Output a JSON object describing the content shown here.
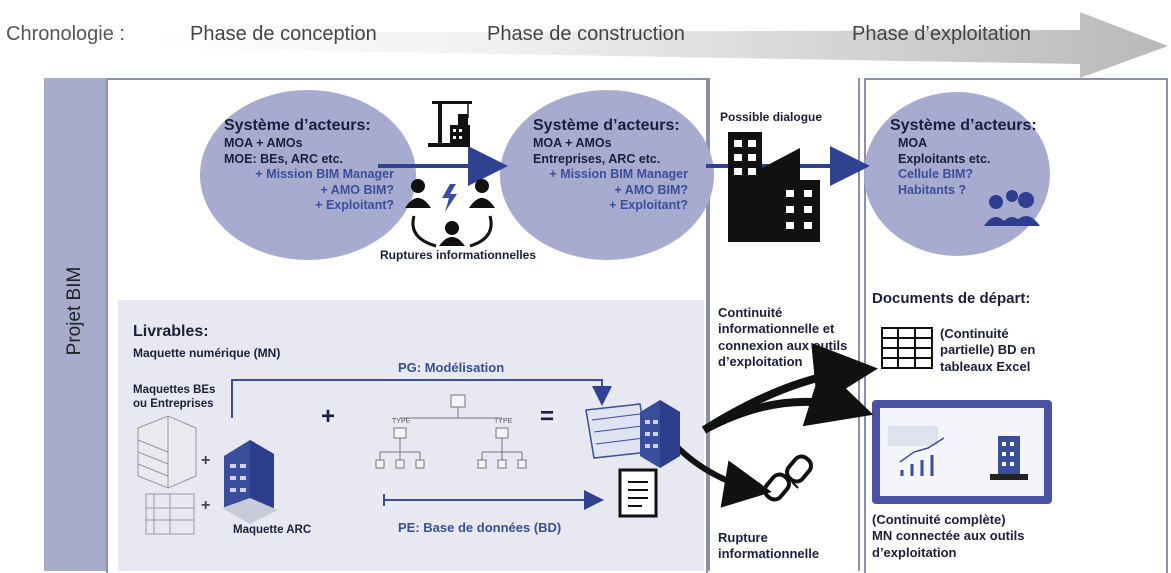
{
  "timeline": {
    "chronology_label": "Chronologie :",
    "phases": [
      "Phase de conception",
      "Phase de construction",
      "Phase d’exploitation"
    ]
  },
  "sidebar_label": "Projet BIM",
  "conception": {
    "title": "Système d’acteurs:",
    "dark_lines": "MOA + AMOs\nMOE: BEs, ARC etc.",
    "blue_lines": "+ Mission BIM Manager\n+ AMO BIM?\n+ Exploitant?"
  },
  "construction": {
    "title": "Système d’acteurs:",
    "dark_lines": "MOA + AMOs\nEntreprises, ARC etc.",
    "blue_lines": "+ Mission BIM Manager\n+ AMO BIM?\n+ Exploitant?"
  },
  "ruptures_label": "Ruptures informationnelles",
  "dialogue_label": "Possible dialogue",
  "exploitation": {
    "title": "Système d’acteurs:",
    "dark_lines": "MOA\nExploitants etc.",
    "blue_lines": "Cellule BIM?\nHabitants ?"
  },
  "continuity_text": "Continuité\ninformationnelle et\nconnexion aux outils\nd’exploitation",
  "rupture_text": "Rupture\ninformationnelle",
  "documents": {
    "title": "Documents de départ:",
    "partial": "(Continuité\npartielle) BD en\ntableaux Excel",
    "complete": "(Continuité complète)\nMN  connectée aux outils\nd’exploitation"
  },
  "deliverables": {
    "title": "Livrables:",
    "subtitle": "Maquette numérique (MN)",
    "maquettes_bes": "Maquettes BEs\nou Entreprises",
    "maquette_arc": "Maquette ARC",
    "pg_label": "PG: Modélisation",
    "pe_label": "PE: Base de données (BD)",
    "plus": "+",
    "equals": "=",
    "type_label": "TYPE"
  },
  "colors": {
    "ellipse": "#a7abcf",
    "panel": "#e7e8f1",
    "sidebar": "#a7abcc",
    "accent_blue": "#3a4f9c",
    "dark_text": "#1b1f3b"
  }
}
